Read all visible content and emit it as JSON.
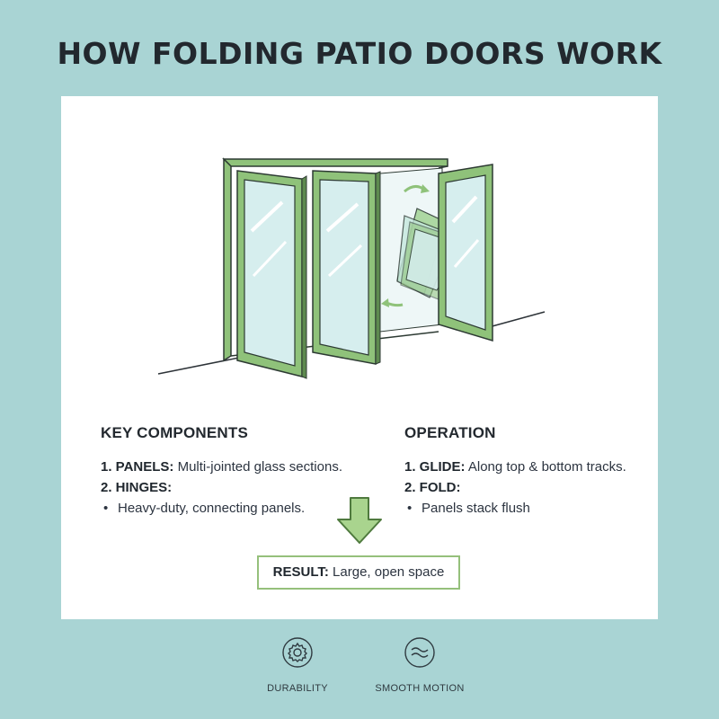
{
  "title": "HOW FOLDING PATIO DOORS WORK",
  "colors": {
    "background": "#a9d4d4",
    "panel": "#ffffff",
    "frame_green": "#8fc27a",
    "accent_green": "#95c07b",
    "glass": "#d6eeee",
    "text": "#1f2a33"
  },
  "key_components": {
    "heading": "KEY COMPONENTS",
    "item1_label": "1. PANELS:",
    "item1_text": " Multi-jointed glass sections.",
    "item2_label": "2. HINGES:",
    "bullet": "•",
    "bullet_text": "Heavy-duty, connecting panels."
  },
  "operation": {
    "heading": "OPERATION",
    "item1_label": "1. GLIDE:",
    "item1_text": " Along top & bottom tracks.",
    "item2_label": "2. FOLD:",
    "bullet": "•",
    "bullet_text": "Panels stack flush"
  },
  "result": {
    "label": "RESULT:",
    "text": " Large, open space"
  },
  "features": [
    {
      "icon": "gear-icon",
      "label": "DURABILITY"
    },
    {
      "icon": "wave-icon",
      "label": "SMOOTH MOTION"
    }
  ]
}
